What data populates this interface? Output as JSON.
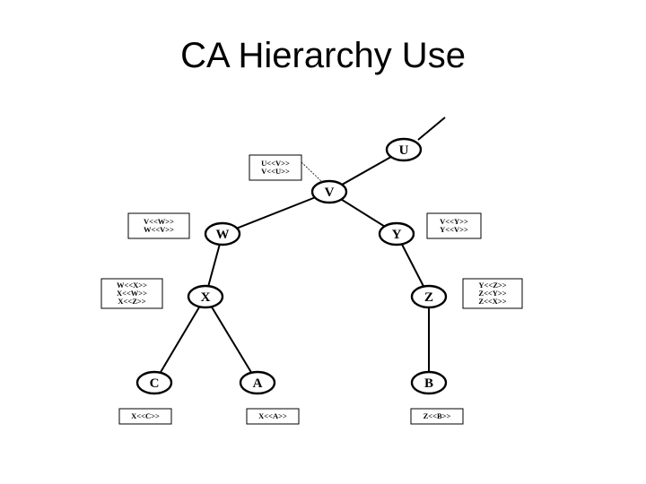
{
  "title": "CA Hierarchy Use",
  "nodes": [
    {
      "id": "U",
      "label": "U"
    },
    {
      "id": "V",
      "label": "V"
    },
    {
      "id": "W",
      "label": "W"
    },
    {
      "id": "Y",
      "label": "Y"
    },
    {
      "id": "X",
      "label": "X"
    },
    {
      "id": "Z",
      "label": "Z"
    },
    {
      "id": "C",
      "label": "C"
    },
    {
      "id": "A",
      "label": "A"
    },
    {
      "id": "B",
      "label": "B"
    }
  ],
  "edges": [
    {
      "from": "U",
      "to": "V"
    },
    {
      "from": "V",
      "to": "W"
    },
    {
      "from": "V",
      "to": "Y"
    },
    {
      "from": "W",
      "to": "X"
    },
    {
      "from": "Y",
      "to": "Z"
    },
    {
      "from": "X",
      "to": "C"
    },
    {
      "from": "X",
      "to": "A"
    },
    {
      "from": "Z",
      "to": "B"
    }
  ],
  "certificates": {
    "U": [
      "U<<V>>",
      "V<<U>>"
    ],
    "W": [
      "V<<W>>",
      "W<<V>>"
    ],
    "Y": [
      "V<<Y>>",
      "Y<<V>>"
    ],
    "X": [
      "W<<X>>",
      "X<<W>>",
      "X<<Z>>"
    ],
    "Z": [
      "Y<<Z>>",
      "Z<<Y>>",
      "Z<<X>>"
    ],
    "C": [
      "X<<C>>"
    ],
    "A": [
      "X<<A>>"
    ],
    "B": [
      "Z<<B>>"
    ]
  }
}
